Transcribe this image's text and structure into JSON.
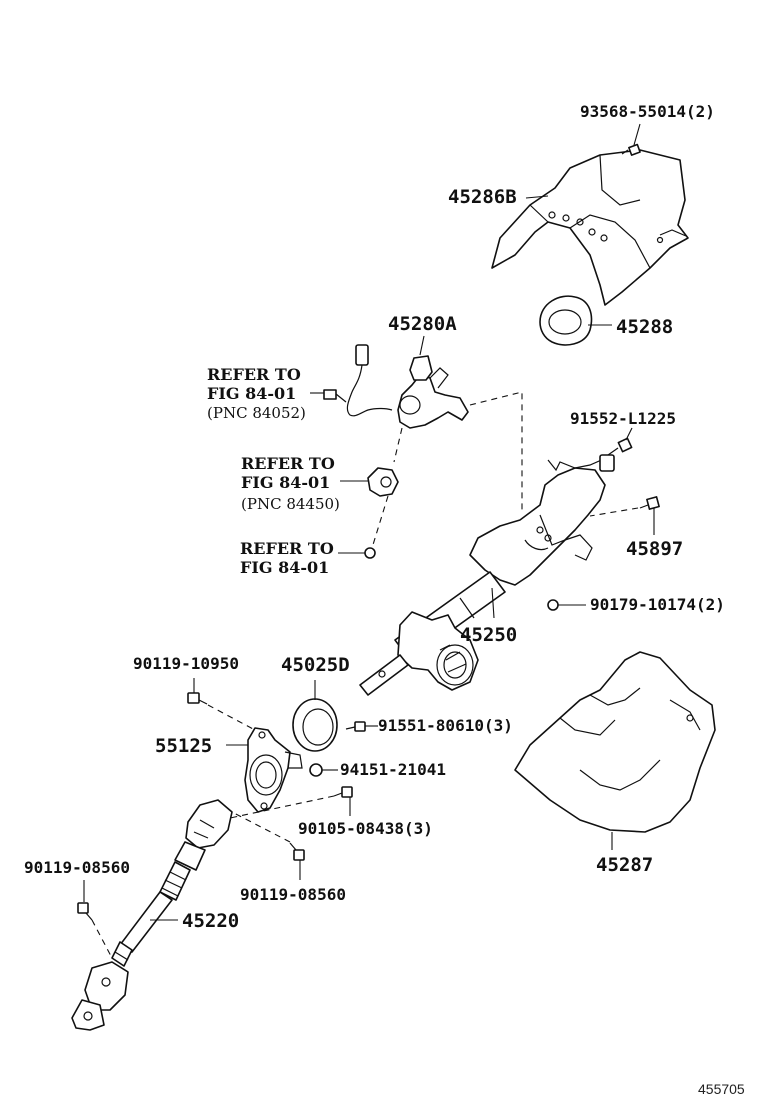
{
  "labels": {
    "p93568": "93568-55014(2)",
    "p45286b": "45286B",
    "p45288": "45288",
    "p45280a": "45280A",
    "p91552": "91552-L1225",
    "p45897": "45897",
    "p90179": "90179-10174(2)",
    "p45250": "45250",
    "p90119a": "90119-10950",
    "p45025d": "45025D",
    "p91551": "91551-80610(3)",
    "p55125": "55125",
    "p94151": "94151-21041",
    "p90105": "90105-08438(3)",
    "p90119b": "90119-08560",
    "p90119c": "90119-08560",
    "p45220": "45220",
    "p45287": "45287"
  },
  "references": {
    "ref1_line1": "REFER TO",
    "ref1_line2": "FIG 84-01",
    "ref1_line3": "(PNC 84052)",
    "ref2_line1": "REFER TO",
    "ref2_line2": "FIG 84-01",
    "ref2_line3": "(PNC 84450)",
    "ref3_line1": "REFER TO",
    "ref3_line2": "FIG 84-01"
  },
  "diagram_code": "455705"
}
